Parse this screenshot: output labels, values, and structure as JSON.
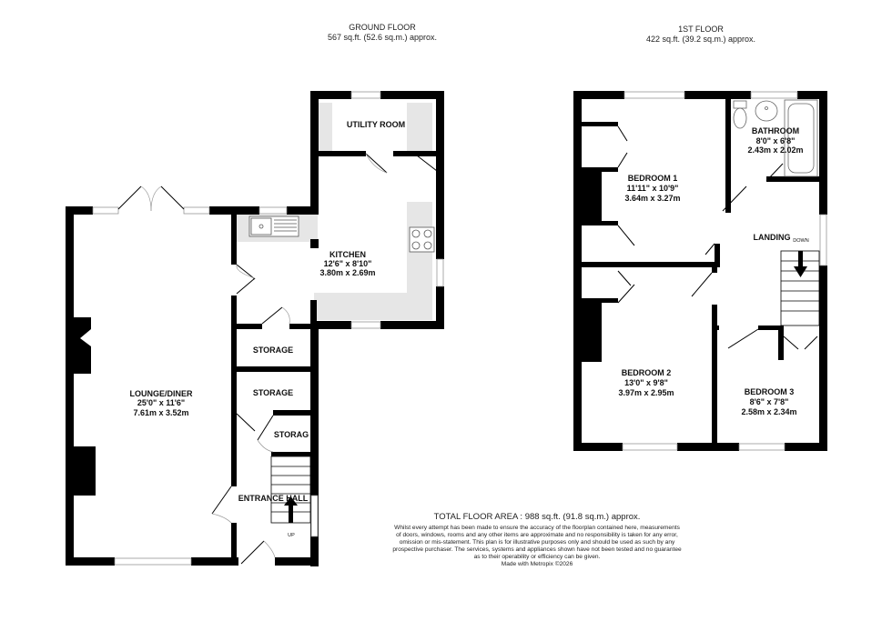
{
  "ground_floor": {
    "title": "GROUND FLOOR",
    "area": "567 sq.ft. (52.6 sq.m.) approx.",
    "rooms": [
      {
        "name": "UTILITY ROOM"
      },
      {
        "name": "KITCHEN",
        "imperial": "12'6\"  x 8'10\"",
        "metric": "3.80m  x 2.69m"
      },
      {
        "name": "LOUNGE/DINER",
        "imperial": "25'0\"  x 11'6\"",
        "metric": "7.61m  x 3.52m"
      },
      {
        "name": "STORAGE"
      },
      {
        "name": "STORAGE"
      },
      {
        "name": "STORAG"
      },
      {
        "name": "ENTRANCE HALL"
      }
    ],
    "stairs_label": "UP"
  },
  "first_floor": {
    "title": "1ST FLOOR",
    "area": "422 sq.ft. (39.2 sq.m.) approx.",
    "rooms": [
      {
        "name": "BEDROOM 1",
        "imperial": "11'11\"  x 10'9\"",
        "metric": "3.64m  x 3.27m"
      },
      {
        "name": "BATHROOM",
        "imperial": "8'0\"  x 6'8\"",
        "metric": "2.43m  x 2.02m"
      },
      {
        "name": "LANDING"
      },
      {
        "name": "BEDROOM 2",
        "imperial": "13'0\"  x 9'8\"",
        "metric": "3.97m  x 2.95m"
      },
      {
        "name": "BEDROOM 3",
        "imperial": "8'6\"  x 7'8\"",
        "metric": "2.58m  x 2.34m"
      }
    ],
    "stairs_label": "DOWN"
  },
  "footer": {
    "total": "TOTAL FLOOR AREA : 988 sq.ft. (91.8 sq.m.) approx.",
    "disclaimer": [
      "Whilst every attempt has been made to ensure the accuracy of the floorplan contained here, measurements",
      "of doors, windows, rooms and any other items are approximate and no responsibility is taken for any error,",
      "omission or mis-statement. This plan is for illustrative purposes only and should be used as such by any",
      "prospective purchaser. The services, systems and appliances shown have not been tested and no guarantee",
      "as to their operability or efficiency can be given."
    ],
    "credit": "Made with Metropix ©2026"
  },
  "colors": {
    "wall": "#000000",
    "fitting": "#e6e6e6",
    "window": "#ffffff"
  }
}
